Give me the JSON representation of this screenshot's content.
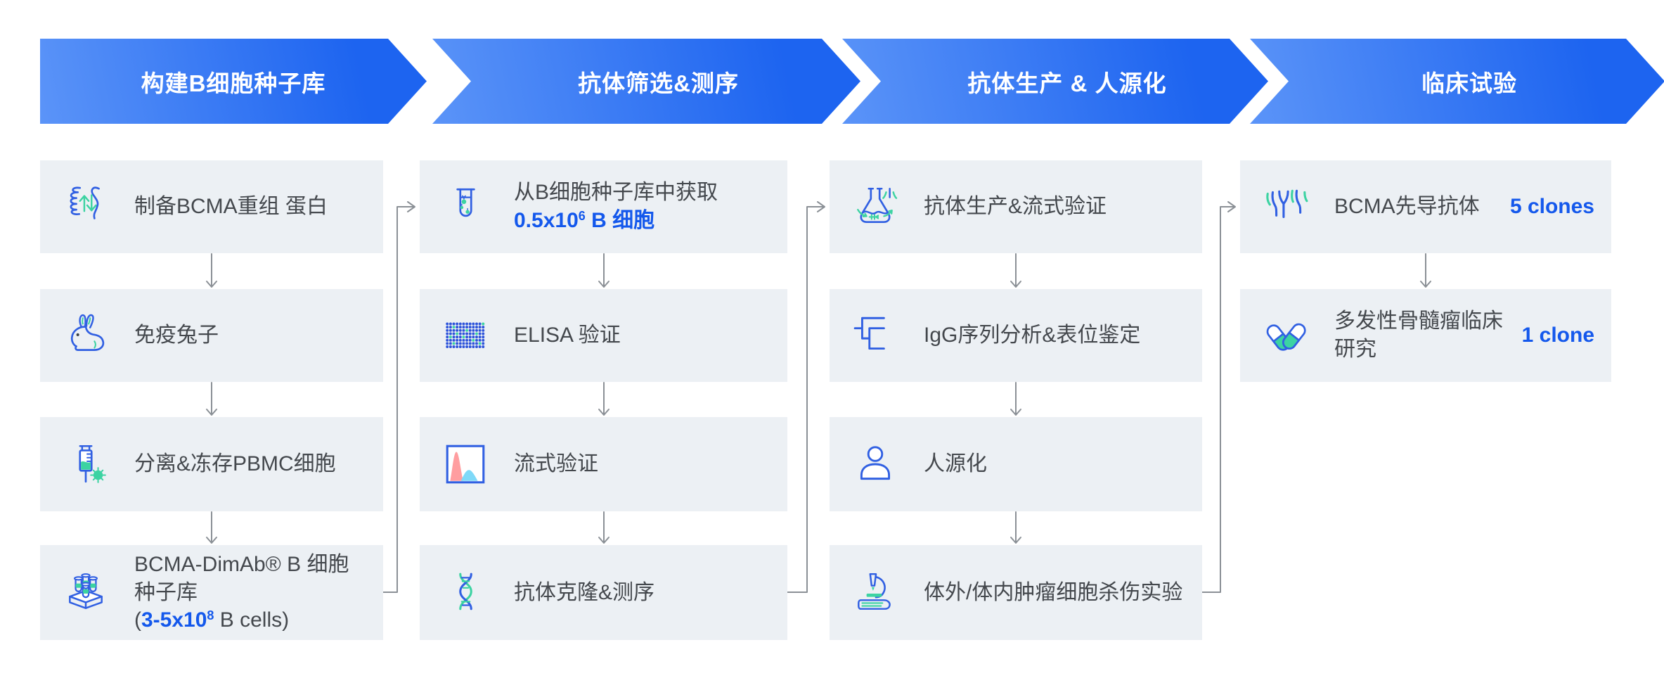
{
  "colors": {
    "banner_gradient_start": "#5b94f8",
    "banner_gradient_end": "#1d64f0",
    "box_background": "#ecf0f4",
    "text": "#44484d",
    "accent_blue": "#1458ec",
    "icon_blue": "#3160e2",
    "icon_green": "#3cd3a2",
    "connector_gray": "#8b9096"
  },
  "phases": [
    {
      "label": "构建B细胞种子库"
    },
    {
      "label": "抗体筛选&测序"
    },
    {
      "label": "抗体生产 & 人源化"
    },
    {
      "label": "临床试验"
    }
  ],
  "columns": [
    {
      "phase": "构建B细胞种子库",
      "steps": [
        {
          "icon": "protein-icon",
          "segments": [
            {
              "text": "制备BCMA重组 蛋白"
            }
          ]
        },
        {
          "icon": "rabbit-icon",
          "segments": [
            {
              "text": "免疫兔子"
            }
          ]
        },
        {
          "icon": "syringe-icon",
          "segments": [
            {
              "text": "分离&冻存PBMC细胞"
            }
          ]
        },
        {
          "icon": "tube-rack-icon",
          "segments": [
            {
              "text": "BCMA-DimAb® B 细胞\n种子库\n("
            },
            {
              "text": "3-5x10",
              "accent": true
            },
            {
              "text": "8",
              "accent": true,
              "sup": true
            },
            {
              "text": " B cells)"
            }
          ]
        }
      ]
    },
    {
      "phase": "抗体筛选&测序",
      "steps": [
        {
          "icon": "test-tube-icon",
          "segments": [
            {
              "text": "从B细胞种子库中获取\n"
            },
            {
              "text": "0.5x10",
              "accent": true
            },
            {
              "text": "6",
              "accent": true,
              "sup": true
            },
            {
              "text": " B 细胞",
              "accent": true
            }
          ]
        },
        {
          "icon": "microplate-icon",
          "segments": [
            {
              "text": "ELISA 验证"
            }
          ]
        },
        {
          "icon": "histogram-icon",
          "segments": [
            {
              "text": "流式验证"
            }
          ]
        },
        {
          "icon": "dna-icon",
          "segments": [
            {
              "text": "抗体克隆&测序"
            }
          ]
        }
      ]
    },
    {
      "phase": "抗体生产 & 人源化",
      "steps": [
        {
          "icon": "flask-icon",
          "segments": [
            {
              "text": "抗体生产&流式验证"
            }
          ]
        },
        {
          "icon": "tree-icon",
          "segments": [
            {
              "text": "IgG序列分析&表位鉴定"
            }
          ]
        },
        {
          "icon": "person-icon",
          "segments": [
            {
              "text": "人源化"
            }
          ]
        },
        {
          "icon": "microscope-icon",
          "segments": [
            {
              "text": "体外/体内肿瘤细胞杀伤实验"
            }
          ]
        }
      ]
    },
    {
      "phase": "临床试验",
      "steps": [
        {
          "icon": "antibody-icon",
          "segments": [
            {
              "text": "BCMA先导抗体"
            }
          ],
          "badge": "5 clones"
        },
        {
          "icon": "capsules-icon",
          "segments": [
            {
              "text": "多发性骨髓瘤临床\n研究"
            }
          ],
          "badge": "1 clone"
        }
      ]
    }
  ]
}
